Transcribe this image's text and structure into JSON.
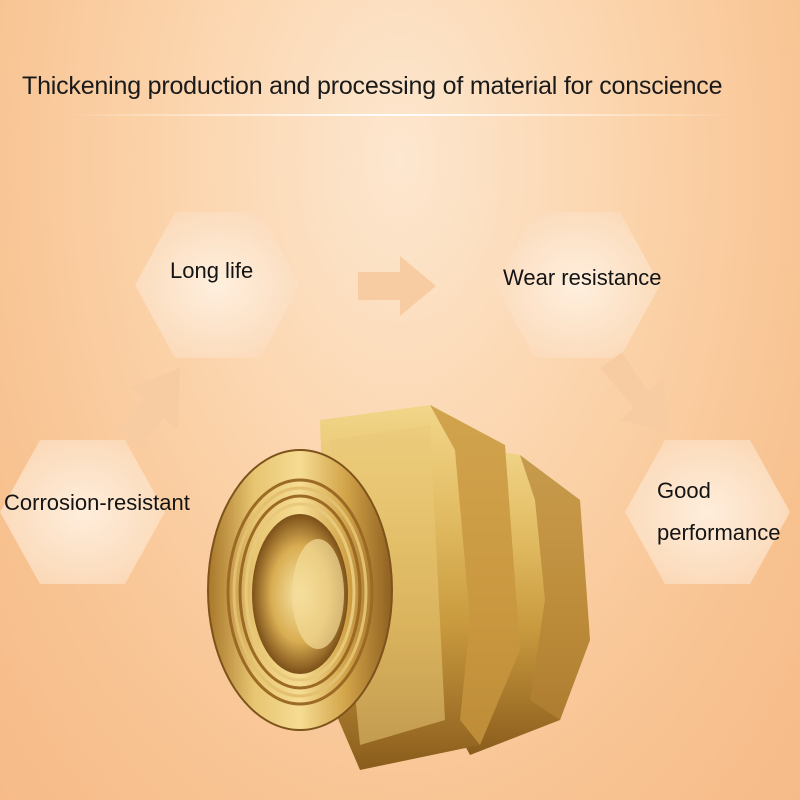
{
  "headline": "Thickening production and processing of material for conscience",
  "features": {
    "long_life": "Long life",
    "wear_resistance": "Wear resistance",
    "corrosion_resistant": "Corrosion-resistant",
    "good_performance_line1": "Good",
    "good_performance_line2": "performance"
  },
  "product": {
    "icon": "brass-pipe-union-fitting-icon"
  },
  "colors": {
    "background": "#fbd2a8",
    "hexagon": "#fde6d1",
    "arrow": "#f8cda4",
    "brass": "#d4a84b"
  }
}
